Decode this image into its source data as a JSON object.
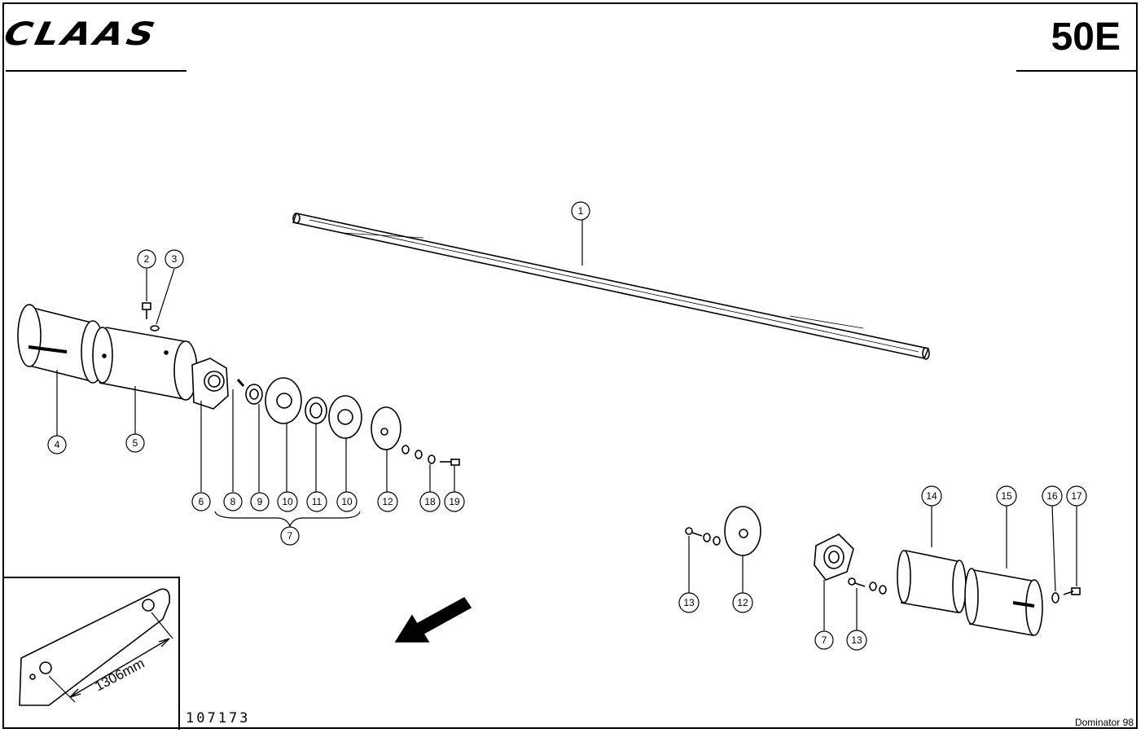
{
  "header": {
    "brand": "CLAAS",
    "page_code": "50E"
  },
  "footer": {
    "drawing_number": "107173",
    "model": "Dominator 98"
  },
  "inset": {
    "dimension_label": "1306mm"
  },
  "callouts": {
    "c1": "1",
    "c2": "2",
    "c3": "3",
    "c4": "4",
    "c5": "5",
    "c6": "6",
    "c7a": "7",
    "c8": "8",
    "c9": "9",
    "c10a": "10",
    "c11": "11",
    "c10b": "10",
    "c12a": "12",
    "c18": "18",
    "c19": "19",
    "c13a": "13",
    "c12b": "12",
    "c7b": "7",
    "c13b": "13",
    "c14": "14",
    "c15": "15",
    "c16": "16",
    "c17": "17"
  }
}
